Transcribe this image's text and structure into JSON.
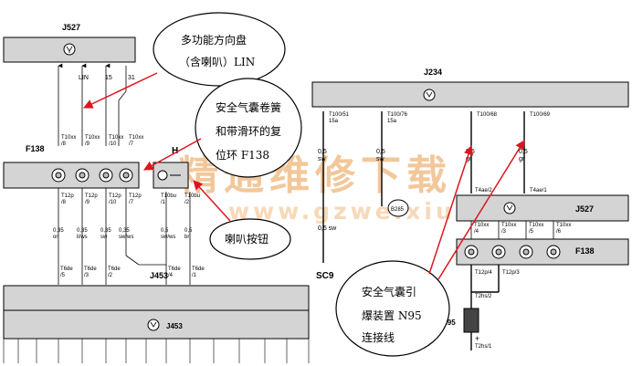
{
  "modules": {
    "j527_top": "J527",
    "j234": "J234",
    "j527_right": "J527",
    "j453_box": "J453",
    "j453_label": "J453",
    "f138_left": "F138",
    "f138_right": "F138",
    "h_label": "H",
    "sc9": "SC9",
    "b285": "B285",
    "n95": "N95"
  },
  "wires_top_left": [
    {
      "label": "LIN"
    },
    {
      "label": "15"
    },
    {
      "label": "31"
    }
  ],
  "f138_left_pins": [
    "T10xx\n/8",
    "T10xx\n/9",
    "T10xx\n/10",
    "T10xx\n/7"
  ],
  "hbox_pins": [
    "T10bu\n/1",
    "T10bu\n/2"
  ],
  "t12p_left": [
    "T12p\n/8",
    "T12p\n/9",
    "T12p\n/10",
    "T12p\n/7"
  ],
  "wire_colors_left": [
    "0,35\nor",
    "0,35\nli/ws",
    "0,35\nsw",
    "0,35\nsw/ws",
    "0,5\nsw/ws",
    "0,5\nbr"
  ],
  "t6de_left": [
    "T6de\n/5",
    "T6de\n/3",
    "T6de\n/2",
    "T6de\n/4",
    "T6de\n/1"
  ],
  "j234_pins": [
    "T100/51\n15a",
    "T100/76\n15a",
    "T100/68",
    "T100/69"
  ],
  "j234_wire_colors": [
    "0,5\nsw",
    "0,5\nsw",
    "0,5\ngr",
    "0,5\ngr"
  ],
  "sc9_wire": "0,5\nsw",
  "t4ae_pins": [
    "T4ae/2",
    "T4ae/1"
  ],
  "f138_right_pins": [
    "T10xx\n/4",
    "T10xx\n/3",
    "T10xx\n/5",
    "T10xx\n/6"
  ],
  "t12p_right": [
    "T12p/4",
    "T12p/3"
  ],
  "t2hs": [
    "T2hs/2",
    "T2hs/1"
  ],
  "callouts": {
    "steering_line1": "多功能方向盘",
    "steering_line2": "（含喇叭）LIN",
    "airbag_line1": "安全气囊卷簧",
    "airbag_line2": "和带滑环的复",
    "airbag_line3": "位环 F138",
    "horn": "喇叭按钮",
    "igniter_line1": "安全气囊引",
    "igniter_line2": "爆装置  N95",
    "igniter_line3": "连接线"
  },
  "watermark_cn": "精通维修下载",
  "watermark_url": "www.gzweixiu.com",
  "colors": {
    "module_fill": "#d4d4d4",
    "callout_arrow": "#e0141e",
    "watermark": "#f2c79a",
    "watermark_url": "#f6d9b8"
  }
}
